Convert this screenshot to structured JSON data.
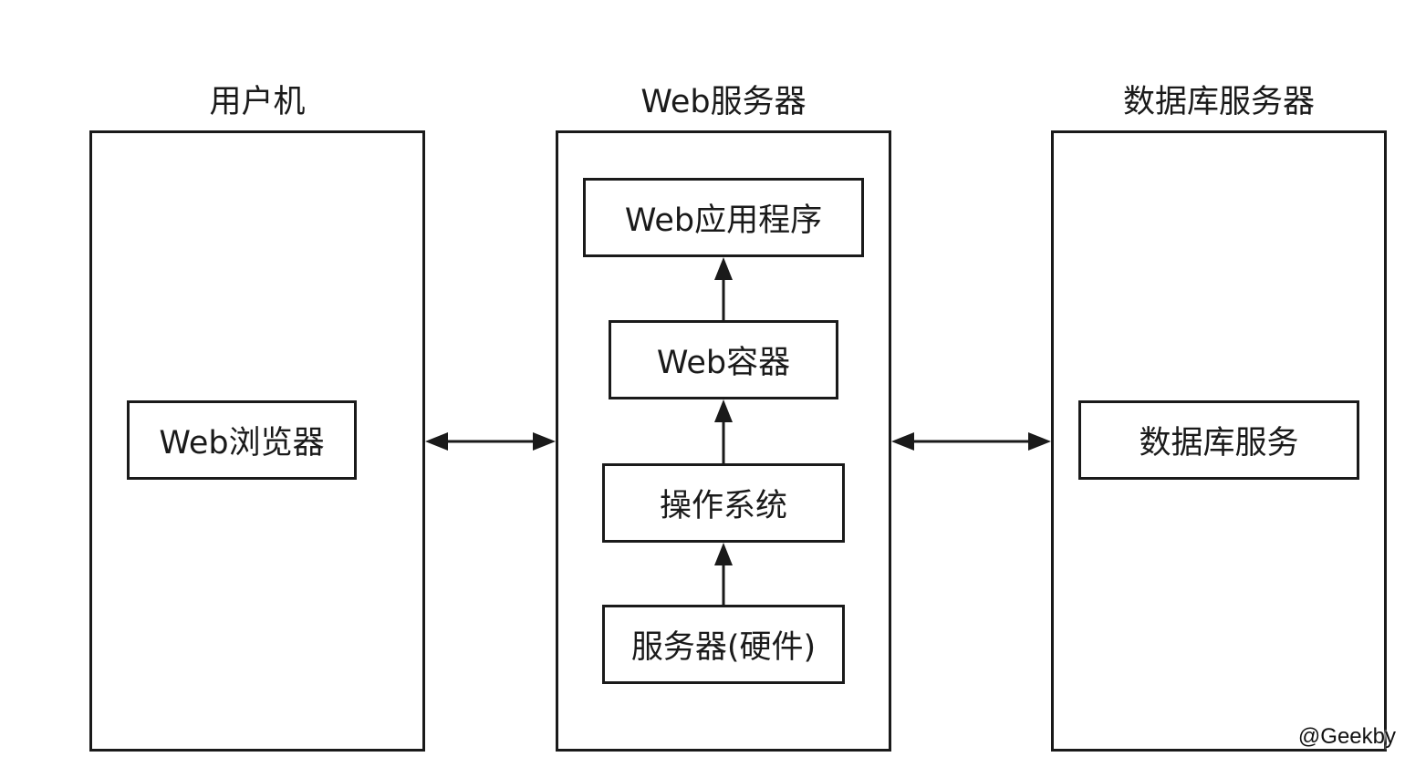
{
  "columns": {
    "user_machine": {
      "title": "用户机",
      "nodes": {
        "browser": "Web浏览器"
      }
    },
    "web_server": {
      "title": "Web服务器",
      "nodes": {
        "web_app": "Web应用程序",
        "web_container": "Web容器",
        "os": "操作系统",
        "hardware": "服务器(硬件)"
      }
    },
    "db_server": {
      "title": "数据库服务器",
      "nodes": {
        "db_service": "数据库服务"
      }
    }
  },
  "edges": [
    {
      "from": "hardware",
      "to": "os",
      "direction": "forward"
    },
    {
      "from": "os",
      "to": "web_container",
      "direction": "forward"
    },
    {
      "from": "web_container",
      "to": "web_app",
      "direction": "forward"
    },
    {
      "from": "user_machine",
      "to": "web_server",
      "direction": "both"
    },
    {
      "from": "web_server",
      "to": "db_server",
      "direction": "both"
    }
  ],
  "watermark": "@Geekby",
  "colors": {
    "stroke": "#1a1a1a",
    "background": "#ffffff"
  }
}
